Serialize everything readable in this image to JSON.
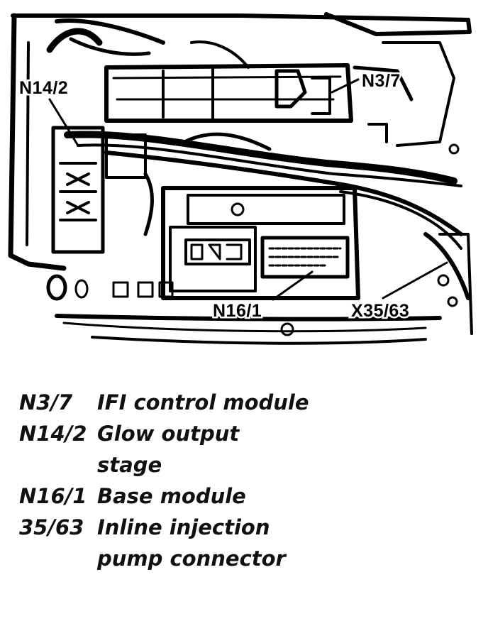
{
  "figure": {
    "callouts": {
      "n3_7": "N3/7",
      "n14_2": "N14/2",
      "n16_1": "N16/1",
      "x35_63": "X35/63"
    }
  },
  "legend": [
    {
      "code": "N3/7",
      "description": "IFI control module"
    },
    {
      "code": "N14/2",
      "description": "Glow output stage"
    },
    {
      "code": "N16/1",
      "description": "Base module"
    },
    {
      "code": "35/63",
      "description": "Inline injection pump connector"
    }
  ]
}
